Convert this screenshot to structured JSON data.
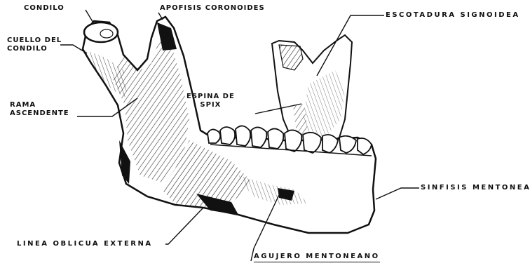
{
  "labels": {
    "condilo": "CONDILO",
    "apofisis": "APOFISIS CORONOIDES",
    "escotadura": "ESCOTADURA SIGNOIDEA",
    "cuello_1": "CUELLO DEL",
    "cuello_2": "CONDILO",
    "rama_1": "RAMA",
    "rama_2": "ASCENDENTE",
    "espina_1": "ESPINA DE",
    "espina_2": "SPIX",
    "sinfisis": "SINFISIS MENTONEANA",
    "linea": "LINEA OBLICUA EXTERNA",
    "agujero": "AGUJERO MENTONEANO"
  },
  "colors": {
    "ink": "#111111",
    "paper": "#ffffff"
  }
}
